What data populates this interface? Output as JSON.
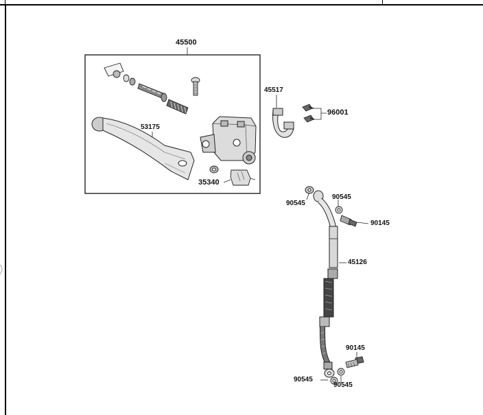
{
  "diagram": {
    "parts": [
      {
        "id": "master-cylinder-assembly",
        "label": "45500"
      },
      {
        "id": "brake-lever",
        "label": "53175"
      },
      {
        "id": "clamp-holder",
        "label": "45517"
      },
      {
        "id": "holder-bolts",
        "label": "96001"
      },
      {
        "id": "switch",
        "label": "35340"
      },
      {
        "id": "washer-top-left",
        "label": "90545"
      },
      {
        "id": "washer-top-right",
        "label": "90545"
      },
      {
        "id": "banjo-bolt-top",
        "label": "90145"
      },
      {
        "id": "brake-hose",
        "label": "45126"
      },
      {
        "id": "banjo-bolt-bottom",
        "label": "90145"
      },
      {
        "id": "washer-bottom-left",
        "label": "90545"
      },
      {
        "id": "washer-bottom-right",
        "label": "90545"
      }
    ]
  }
}
